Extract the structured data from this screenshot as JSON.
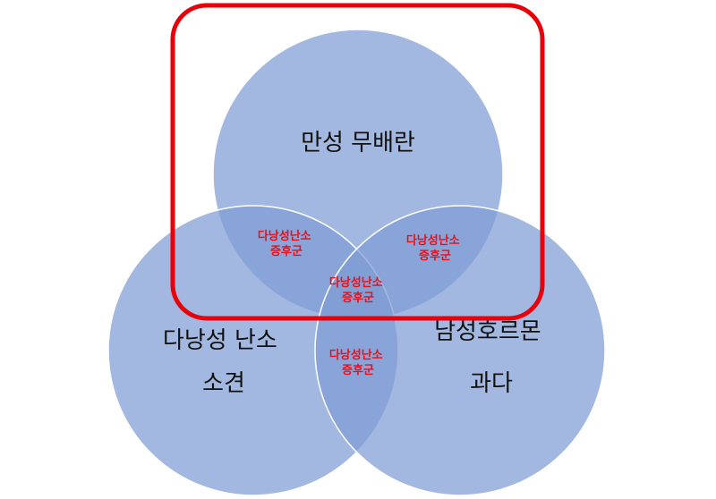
{
  "diagram": {
    "type": "venn",
    "circle_fill": "#7f9cd4",
    "circle_stroke": "#ffffff",
    "overlap_text_color": "#e8101a",
    "highlight_color": "#e8000b",
    "sets": {
      "top": {
        "label_lines": [
          "만성 무배란"
        ]
      },
      "left": {
        "label_lines": [
          "다낭성 난소",
          "소견"
        ]
      },
      "right": {
        "label_lines": [
          "남성호르몬",
          "과다"
        ]
      }
    },
    "overlaps": {
      "top_left": {
        "label_lines": [
          "다낭성난소",
          "증후군"
        ]
      },
      "top_right": {
        "label_lines": [
          "다낭성난소",
          "증후군"
        ]
      },
      "center": {
        "label_lines": [
          "다낭성난소",
          "증후군"
        ]
      },
      "left_right": {
        "label_lines": [
          "다낭성난소",
          "증후군"
        ]
      }
    },
    "highlighted_set": "top"
  }
}
